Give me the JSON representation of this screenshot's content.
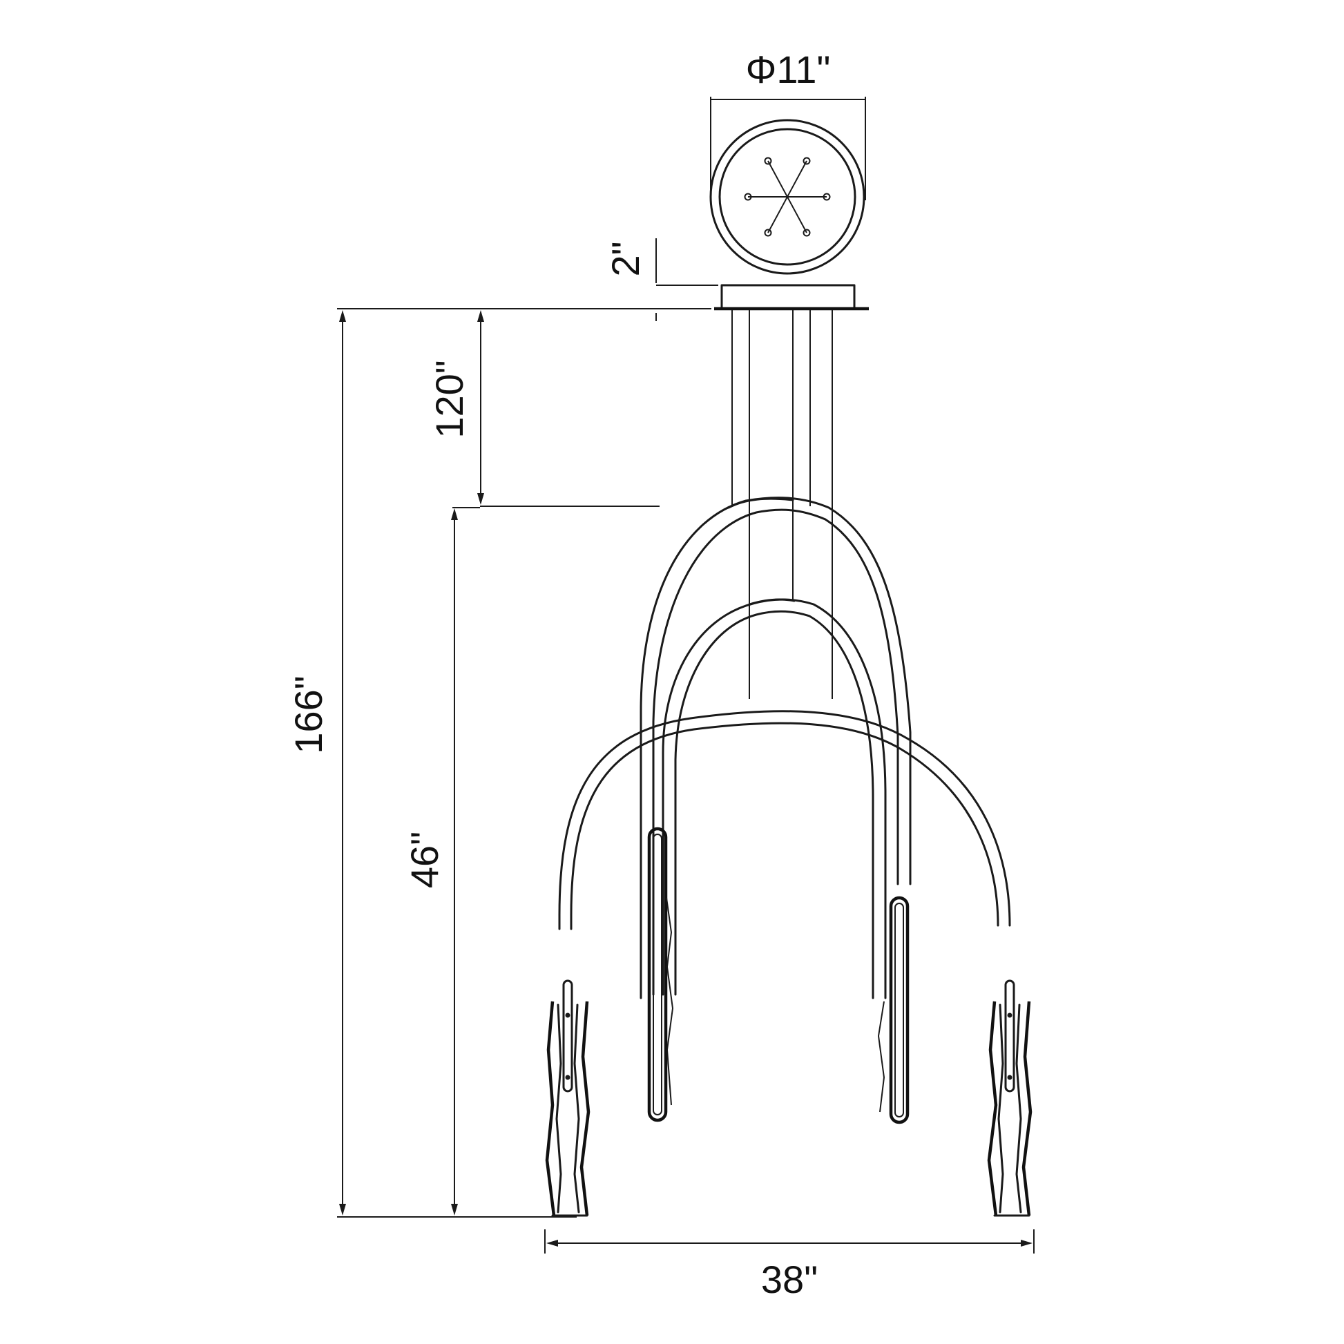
{
  "dimensions": {
    "canopy_diameter": "Φ11\"",
    "canopy_height": "2\"",
    "cable_length": "120\"",
    "overall_height": "166\"",
    "fixture_height": "46\"",
    "fixture_width": "38\""
  },
  "colors": {
    "line": "#1a1a1a",
    "background": "#ffffff"
  }
}
